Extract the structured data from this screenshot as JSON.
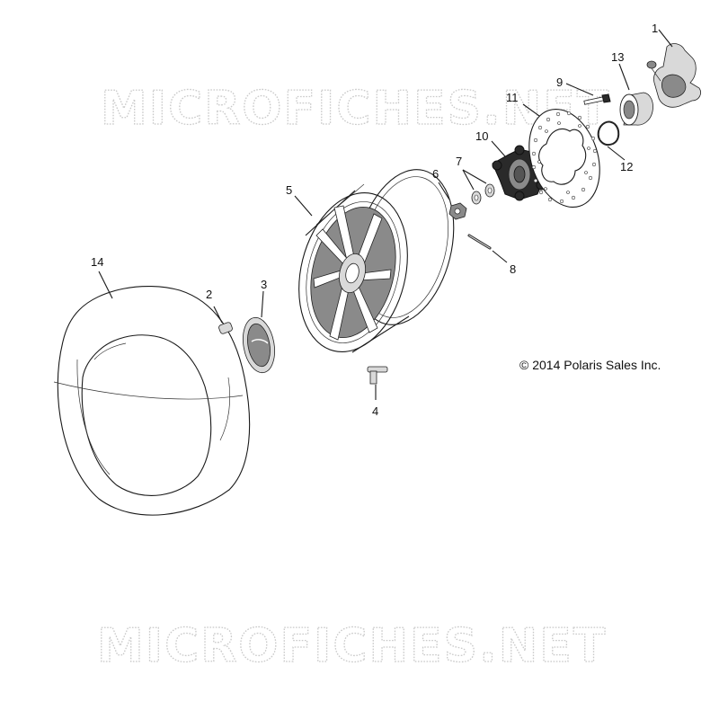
{
  "watermark_text": "MICROFICHES.NET",
  "copyright": "© 2014 Polaris Sales Inc.",
  "callouts": {
    "c1": "1",
    "c2": "2",
    "c3": "3",
    "c4": "4",
    "c5": "5",
    "c6": "6",
    "c7": "7",
    "c8": "8",
    "c9": "9",
    "c10": "10",
    "c11": "11",
    "c12": "12",
    "c13": "13",
    "c14": "14"
  }
}
